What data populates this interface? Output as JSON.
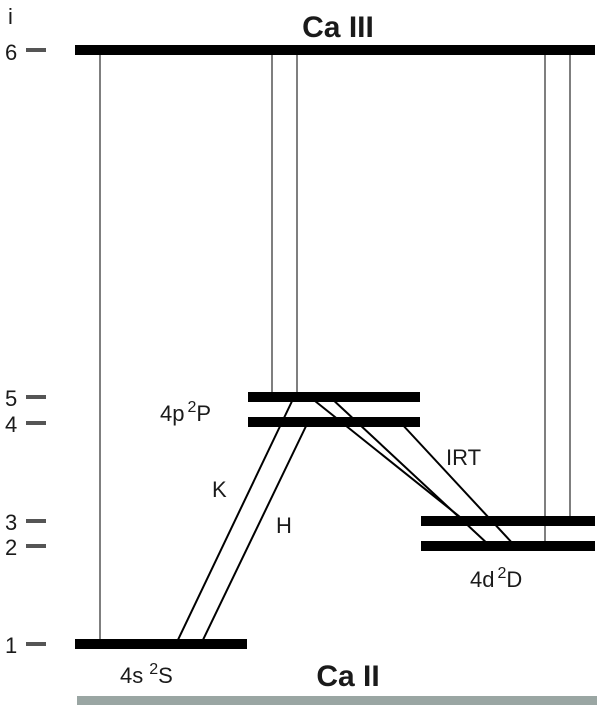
{
  "title": "Ca III",
  "subtitle": "Ca II",
  "axis_label": "i",
  "levels": [
    {
      "index": "1",
      "name": "4s",
      "term": "2",
      "term_letter": "S"
    },
    {
      "index": "2"
    },
    {
      "index": "3"
    },
    {
      "index": "4"
    },
    {
      "index": "5"
    },
    {
      "index": "6"
    }
  ],
  "terms": {
    "p": {
      "prefix": "4p",
      "sup": "2",
      "letter": "P"
    },
    "d": {
      "prefix": "4d",
      "sup": "2",
      "letter": "D"
    },
    "s": {
      "prefix": "4s",
      "sup": "2",
      "letter": "S"
    }
  },
  "transitions": {
    "k": "K",
    "h": "H",
    "irt": "IRT"
  },
  "colors": {
    "level": "#000000",
    "thin_line": "#7f7f7f",
    "baseline": "#9aa6a3",
    "tick": "#555555"
  }
}
